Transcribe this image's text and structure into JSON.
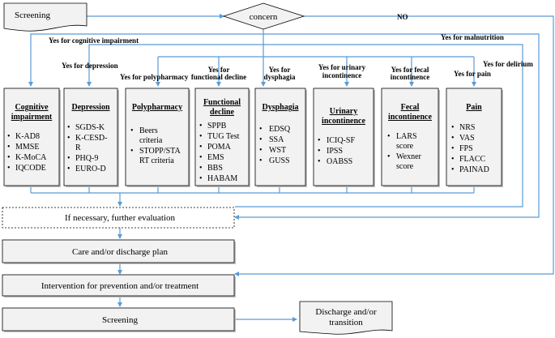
{
  "top": {
    "screening": "Screening",
    "concern": "concern",
    "no": "NO"
  },
  "branches": {
    "cognitive": "Yes for cognitive impairment",
    "malnutrition": "Yes for malnutrition",
    "depression": "Yes for depression",
    "polypharmacy": "Yes for polypharmacy",
    "functional_1": "Yes for",
    "functional_2": "functional decline",
    "dysphagia_1": "Yes for",
    "dysphagia_2": "dysphagia",
    "urinary_1": "Yes for urinary",
    "urinary_2": "incontinence",
    "fecal_1": "Yes for fecal",
    "fecal_2": "incontinence",
    "delirium": "Yes for delirium",
    "pain": "Yes for pain"
  },
  "boxes": [
    {
      "title": [
        "Cognitive",
        "impairment"
      ],
      "items": [
        "K-AD8",
        "MMSE",
        "K-MoCA",
        "IQCODE"
      ]
    },
    {
      "title": [
        "Depression"
      ],
      "items": [
        "SGDS-K",
        "K-CESD-",
        "R",
        "PHQ-9",
        "EURO-D"
      ]
    },
    {
      "title": [
        "Polypharmacy"
      ],
      "items": [
        "Beers",
        "criteria",
        "STOPP/STA",
        "RT criteria"
      ]
    },
    {
      "title": [
        "Functional",
        "decline"
      ],
      "items": [
        "SPPB",
        "TUG Test",
        "POMA",
        "EMS",
        "BBS",
        "HABAM"
      ]
    },
    {
      "title": [
        "Dysphagia"
      ],
      "items": [
        "EDSQ",
        "SSA",
        "WST",
        "GUSS"
      ]
    },
    {
      "title": [
        "Urinary",
        "incontinence"
      ],
      "items": [
        "ICIQ-SF",
        "IPSS",
        "OABSS"
      ]
    },
    {
      "title": [
        "Fecal",
        "incontinence"
      ],
      "items": [
        "LARS",
        "score",
        "Wexner",
        "score"
      ]
    },
    {
      "title": [
        "Pain"
      ],
      "items": [
        "NRS",
        "VAS",
        "FPS",
        "FLACC",
        "PAINAD"
      ]
    }
  ],
  "steps": {
    "further": "If necessary, further evaluation",
    "care": "Care and/or discharge plan",
    "intervention": "Intervention for prevention and/or treatment",
    "screening2": "Screening",
    "discharge_1": "Discharge and/or",
    "discharge_2": "transition"
  },
  "colors": {
    "connector": "#5b9bd5",
    "box_fill": "#f2f2f2",
    "shadow": "#bfbfbf"
  }
}
